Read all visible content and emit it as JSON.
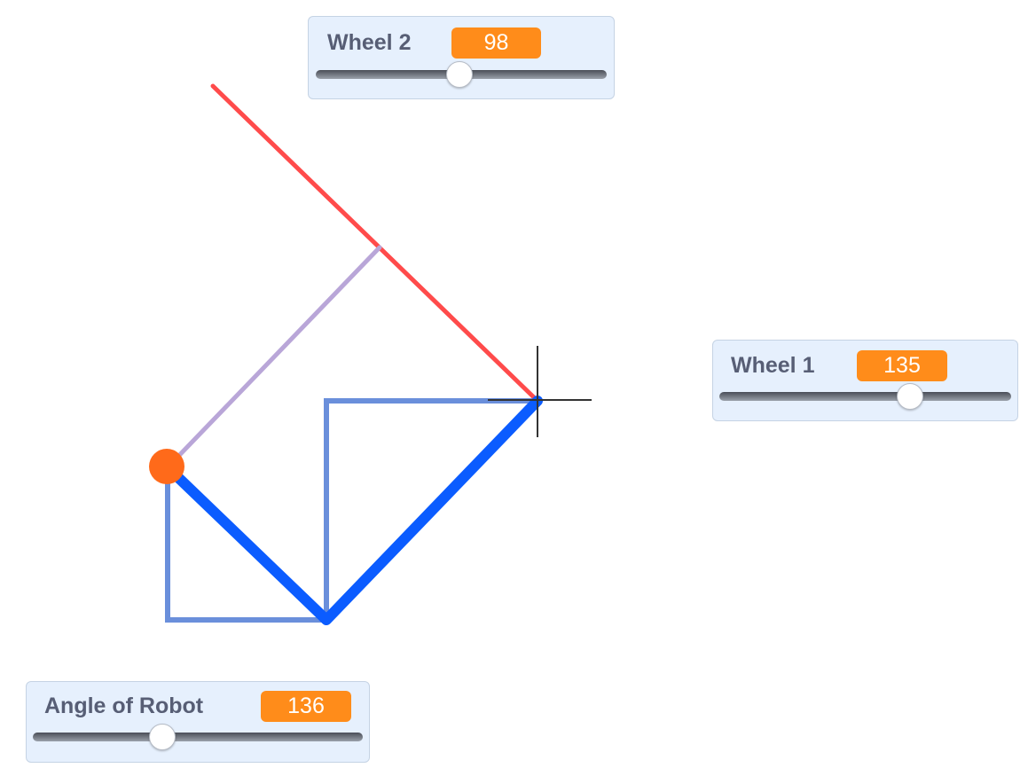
{
  "colors": {
    "monitor_bg": "#e6f0fd",
    "monitor_border": "#c5d3e4",
    "label_text": "#575e75",
    "value_badge": "#ff8c1a",
    "value_text": "#ffffff",
    "robot_arm": "#0b5cff",
    "guide_square": "#6a8fdb",
    "target_line": "#ff4b4b",
    "reach_line": "#b9a6d8",
    "robot_joint": "#ff6a1a",
    "crosshair": "#333333"
  },
  "monitors": {
    "wheel_2": {
      "label": "Wheel 2",
      "value": "98",
      "slider_level": 0.49
    },
    "wheel_1": {
      "label": "Wheel 1",
      "value": "135",
      "slider_level": 0.65
    },
    "angle_of_robot": {
      "label": "Angle of Robot",
      "value": "136",
      "slider_level": 0.39
    }
  },
  "icons": {
    "target_marker": "crosshair-icon"
  }
}
